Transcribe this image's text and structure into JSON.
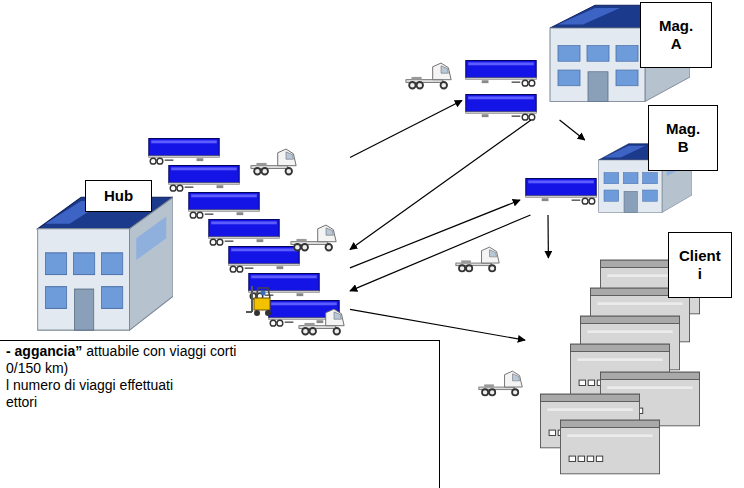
{
  "diagram": {
    "nodes": [
      {
        "text": [
          "Hub"
        ]
      },
      {
        "text": [
          "Mag. A"
        ]
      },
      {
        "text": [
          "Mag. B"
        ]
      },
      {
        "text": [
          "Client i"
        ]
      },
      {
        "text": [
          "- aggancia”",
          "attuabile con viaggi corti",
          "0/150 km)",
          "l numero di viaggi effettuati",
          "ettori"
        ]
      }
    ],
    "edges": [
      {
        "from": 0,
        "to": 1,
        "arrow": "to"
      },
      {
        "from": 1,
        "to": 0,
        "arrow": "to"
      },
      {
        "from": 1,
        "to": 2,
        "arrow": "to"
      },
      {
        "from": 0,
        "to": 2,
        "arrow": "to"
      },
      {
        "from": 2,
        "to": 0,
        "arrow": "to"
      },
      {
        "from": 0,
        "to": 3,
        "arrow": "to"
      },
      {
        "from": 2,
        "to": 3,
        "arrow": "to"
      }
    ]
  }
}
